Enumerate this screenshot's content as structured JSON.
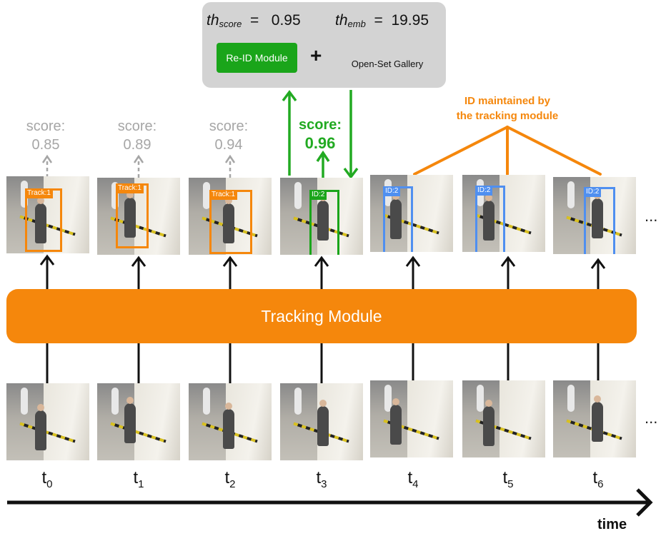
{
  "reid_panel": {
    "th_score_label": "th",
    "th_score_sub": "score",
    "th_score_value": "0.95",
    "th_emb_label": "th",
    "th_emb_sub": "emb",
    "th_emb_value": "19.95",
    "equals": "=",
    "module_label": "Re-ID Module",
    "plus": "+",
    "gallery_label": "Open-Set Gallery"
  },
  "scores": [
    {
      "label": "score:",
      "value": "0.85"
    },
    {
      "label": "score:",
      "value": "0.89"
    },
    {
      "label": "score:",
      "value": "0.94"
    },
    {
      "label": "score:",
      "value": "0.96"
    }
  ],
  "orange_note": [
    "ID maintained by",
    "the tracking module"
  ],
  "tracking_module_label": "Tracking Module",
  "frames_top": [
    {
      "tag": "Track:1",
      "color": "#f5870c"
    },
    {
      "tag": "Track:1",
      "color": "#f5870c"
    },
    {
      "tag": "Track:1",
      "color": "#f5870c"
    },
    {
      "tag": "ID:2",
      "color": "#1aa51a"
    },
    {
      "tag": "ID:2",
      "color": "#4f8ff0"
    },
    {
      "tag": "ID:2",
      "color": "#4f8ff0"
    },
    {
      "tag": "ID:2",
      "color": "#4f8ff0"
    }
  ],
  "time_steps": [
    {
      "t": "t",
      "sub": "0"
    },
    {
      "t": "t",
      "sub": "1"
    },
    {
      "t": "t",
      "sub": "2"
    },
    {
      "t": "t",
      "sub": "3"
    },
    {
      "t": "t",
      "sub": "4"
    },
    {
      "t": "t",
      "sub": "5"
    },
    {
      "t": "t",
      "sub": "6"
    }
  ],
  "ellipsis": "...",
  "time_axis_label": "time",
  "colors": {
    "orange": "#f5870c",
    "green": "#1aa51a",
    "blue": "#4f8ff0",
    "grey_text": "#a6a6a6",
    "gallery_yellow": "#ffe600"
  }
}
